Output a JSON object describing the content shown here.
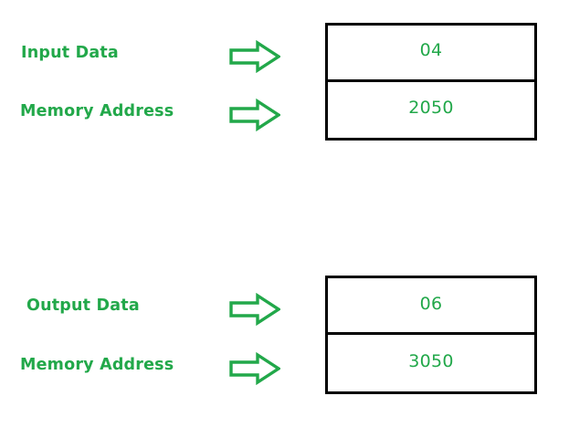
{
  "theme": {
    "accent_green": "#22A84A",
    "border_black": "#000000",
    "background": "#FFFFFF"
  },
  "diagram": {
    "type": "data-flow",
    "groups": [
      {
        "name": "input-group",
        "rows": [
          {
            "label": "Input Data",
            "arrow_icon": "arrow-right-icon",
            "value": "04"
          },
          {
            "label": "Memory Address",
            "arrow_icon": "arrow-right-icon",
            "value": "2050"
          }
        ]
      },
      {
        "name": "output-group",
        "rows": [
          {
            "label": "Output Data",
            "arrow_icon": "arrow-right-icon",
            "value": "06"
          },
          {
            "label": "Memory Address",
            "arrow_icon": "arrow-right-icon",
            "value": "3050"
          }
        ]
      }
    ]
  }
}
